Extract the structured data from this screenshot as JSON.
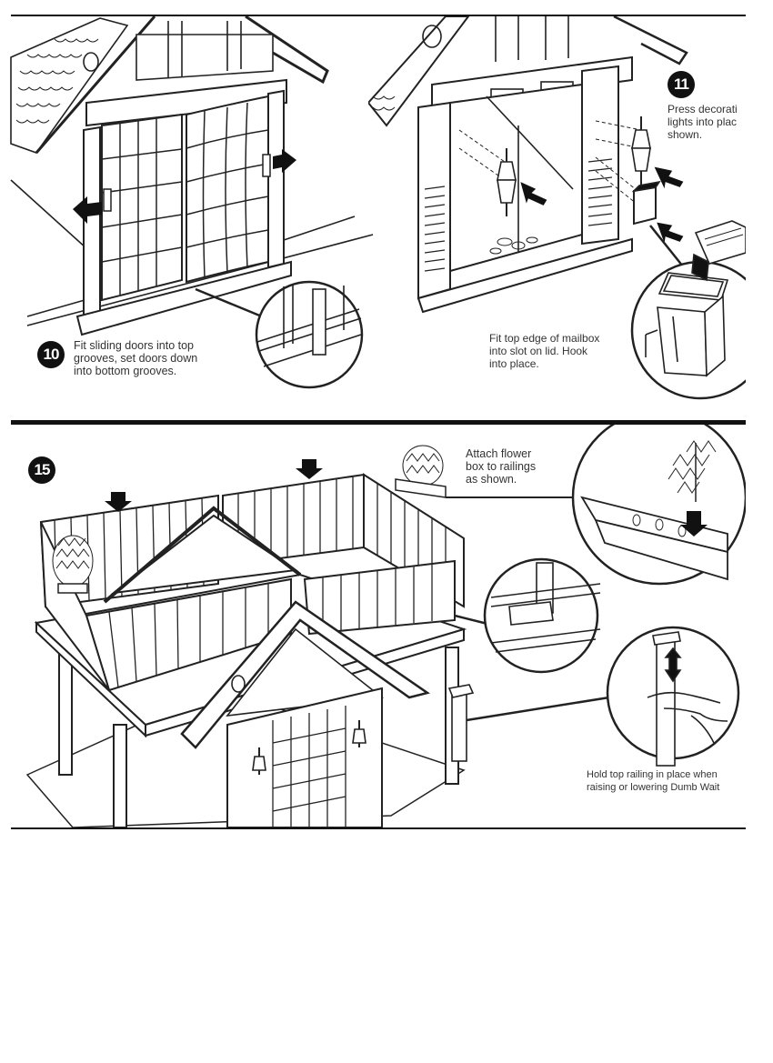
{
  "step10": {
    "number": "10",
    "lines": [
      "Fit sliding doors into top",
      "grooves, set doors down",
      "into bottom grooves."
    ]
  },
  "step11": {
    "number": "11",
    "lines": [
      "Press decorati",
      "lights into plac",
      "shown."
    ],
    "mailbox_lines": [
      "Fit top edge of mailbox",
      "into slot on lid. Hook",
      "into place."
    ]
  },
  "step15": {
    "number": "15",
    "flowerbox_lines": [
      "Attach flower",
      "box to railings",
      "as shown."
    ],
    "dumbwaiter_lines": [
      "Hold top railing in place when",
      "raising or lowering Dumb Wait"
    ]
  }
}
